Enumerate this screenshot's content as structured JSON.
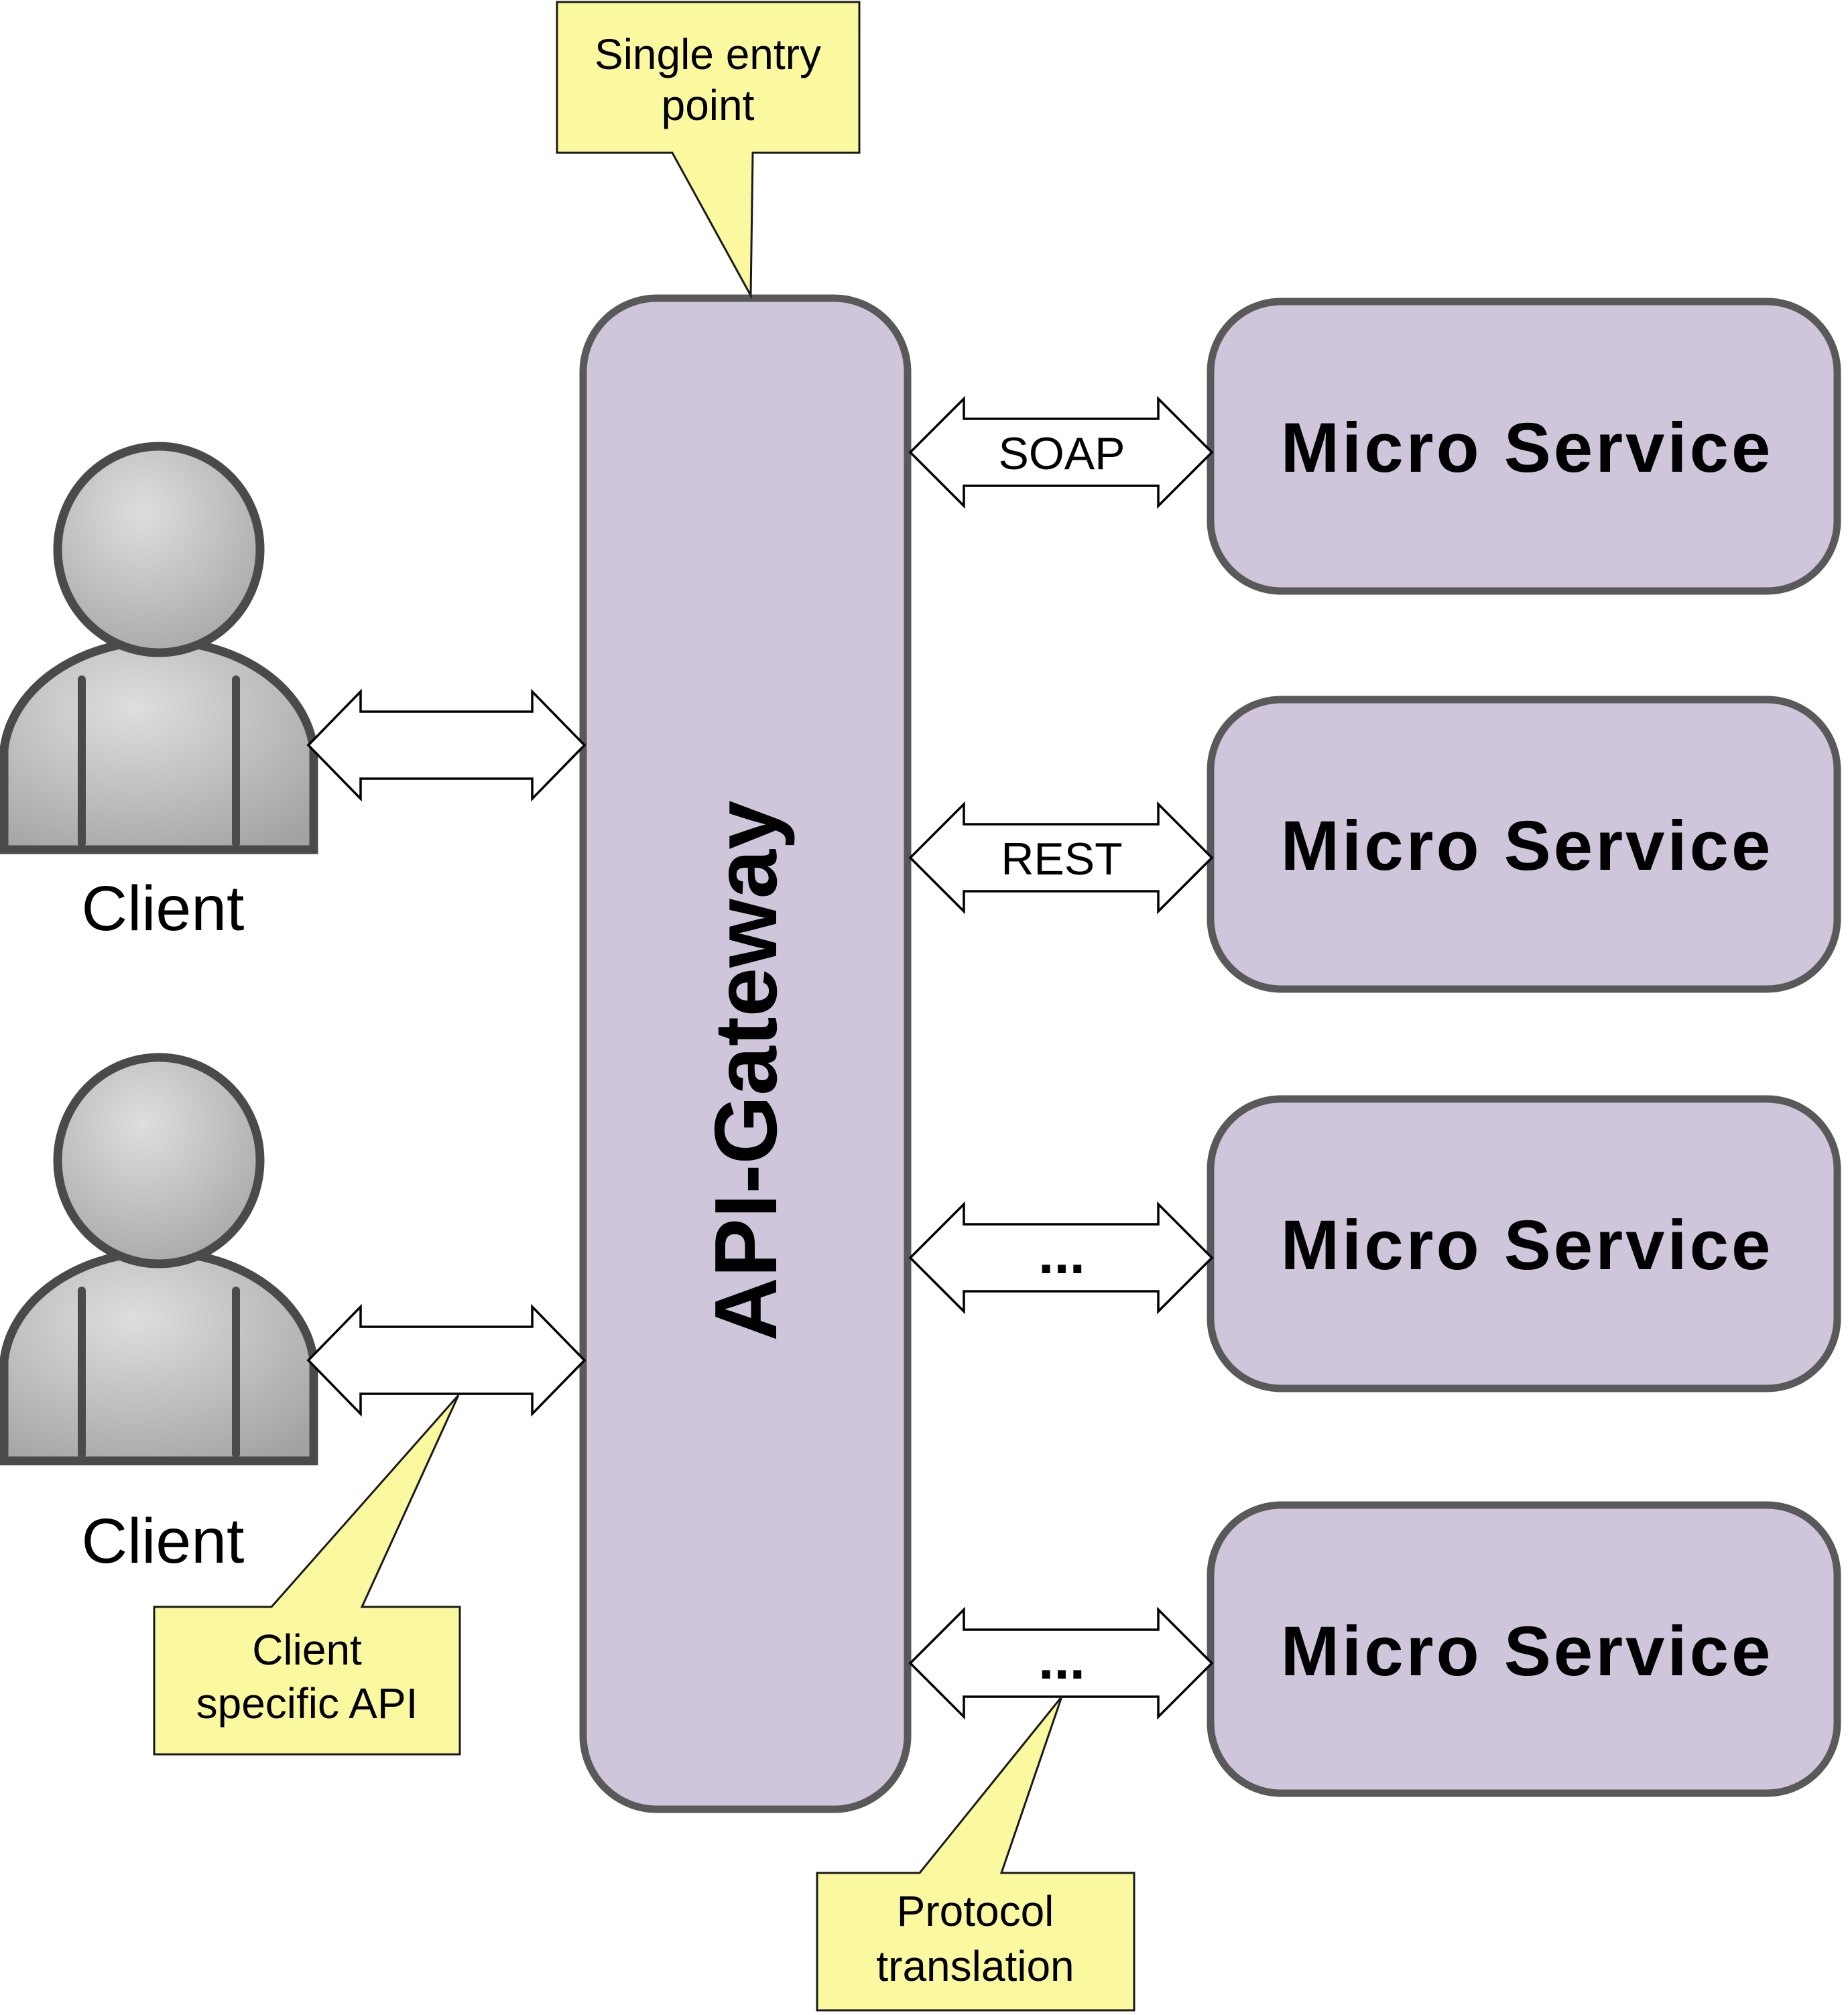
{
  "diagram": {
    "colors": {
      "node_fill": "#CFC6DC",
      "node_border": "#595959",
      "callout_fill": "#FBF9A0",
      "callout_border": "#1A1A1A",
      "arrow_fill": "#FFFFFF",
      "arrow_border": "#000000",
      "person_fill_light": "#DEDEDE",
      "person_fill_dark": "#A3A3A3",
      "person_border": "#4A4A4A",
      "text_color": "#000000"
    },
    "gateway": {
      "label": "API-Gateway"
    },
    "clients": [
      {
        "label": "Client"
      },
      {
        "label": "Client"
      }
    ],
    "services": [
      {
        "label": "Micro Service"
      },
      {
        "label": "Micro Service"
      },
      {
        "label": "Micro Service"
      },
      {
        "label": "Micro Service"
      }
    ],
    "arrow_labels": {
      "soap": "SOAP",
      "rest": "REST",
      "dots_top": "...",
      "dots_bottom": "..."
    },
    "callouts": {
      "single_entry_point": {
        "line1": "Single entry",
        "line2": "point"
      },
      "client_specific_api": {
        "line1": "Client",
        "line2": "specific API"
      },
      "protocol_translation": {
        "line1": "Protocol",
        "line2": "translation"
      }
    }
  }
}
